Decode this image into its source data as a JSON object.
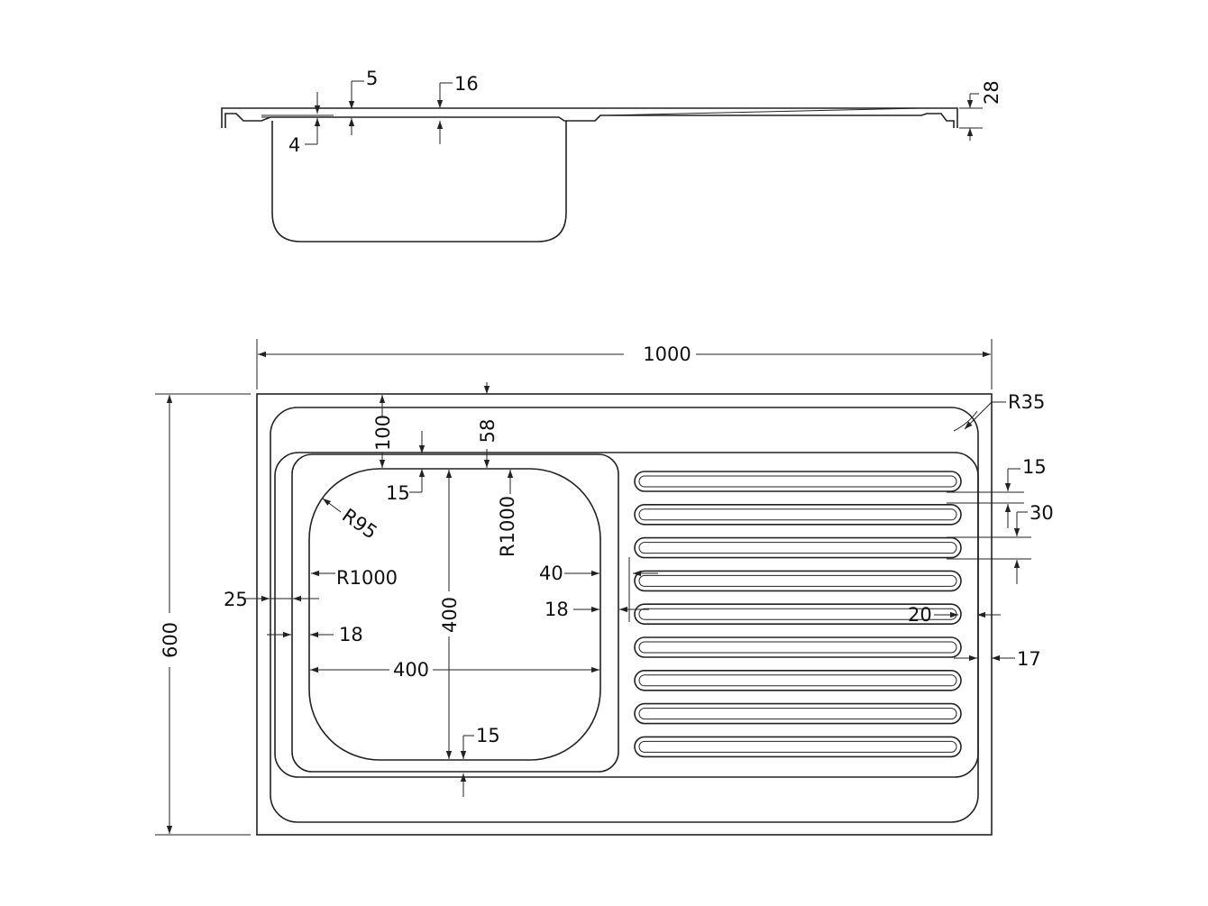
{
  "stroke_color": "#222222",
  "background": "#ffffff",
  "side_view": {
    "labels": {
      "d5": "5",
      "d16": "16",
      "d4": "4",
      "d28": "28"
    }
  },
  "plan_view": {
    "labels": {
      "overall_width": "1000",
      "overall_depth": "600",
      "corner_radius": "R35",
      "offset_100": "100",
      "offset_58": "58",
      "offset_15_top": "15",
      "bowl_radius": "R95",
      "radius_1000_top": "R1000",
      "radius_1000_left": "R1000",
      "offset_25": "25",
      "offset_18_left": "18",
      "bowl_width": "400",
      "bowl_depth": "400",
      "offset_15_bottom": "15",
      "offset_40": "40",
      "offset_18_right": "18",
      "groove_15": "15",
      "groove_pitch_30": "30",
      "groove_20": "20",
      "groove_17": "17"
    }
  }
}
